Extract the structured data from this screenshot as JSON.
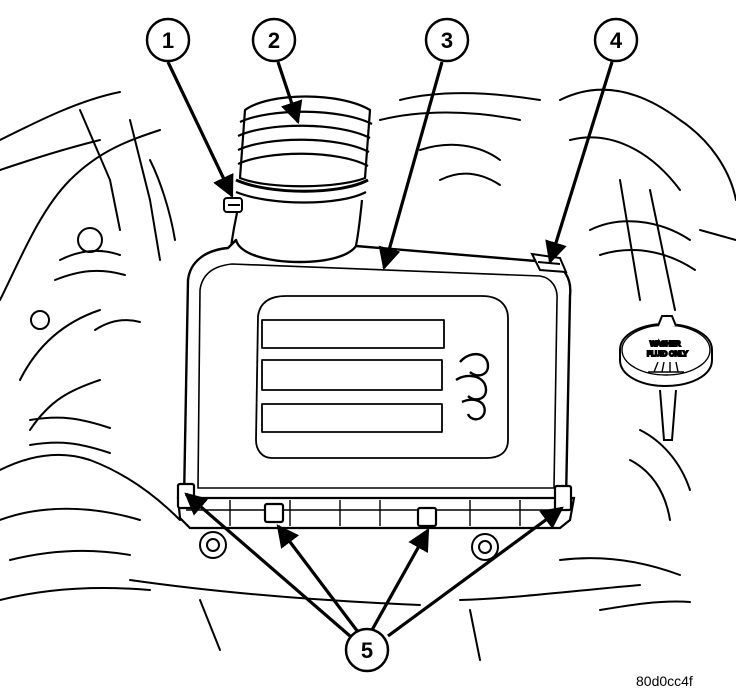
{
  "figure": {
    "callouts": [
      {
        "number": "1",
        "target": "clamp"
      },
      {
        "number": "2",
        "target": "intake-duct"
      },
      {
        "number": "3",
        "target": "air-cleaner-cover"
      },
      {
        "number": "4",
        "target": "cover-latch"
      },
      {
        "number": "5",
        "target": "retaining-clips"
      }
    ],
    "reservoir_label_line1": "WASHER",
    "reservoir_label_line2": "FLUID ONLY",
    "figure_code": "80d0cc4f",
    "colors": {
      "line": "#000000",
      "background": "#ffffff"
    }
  }
}
